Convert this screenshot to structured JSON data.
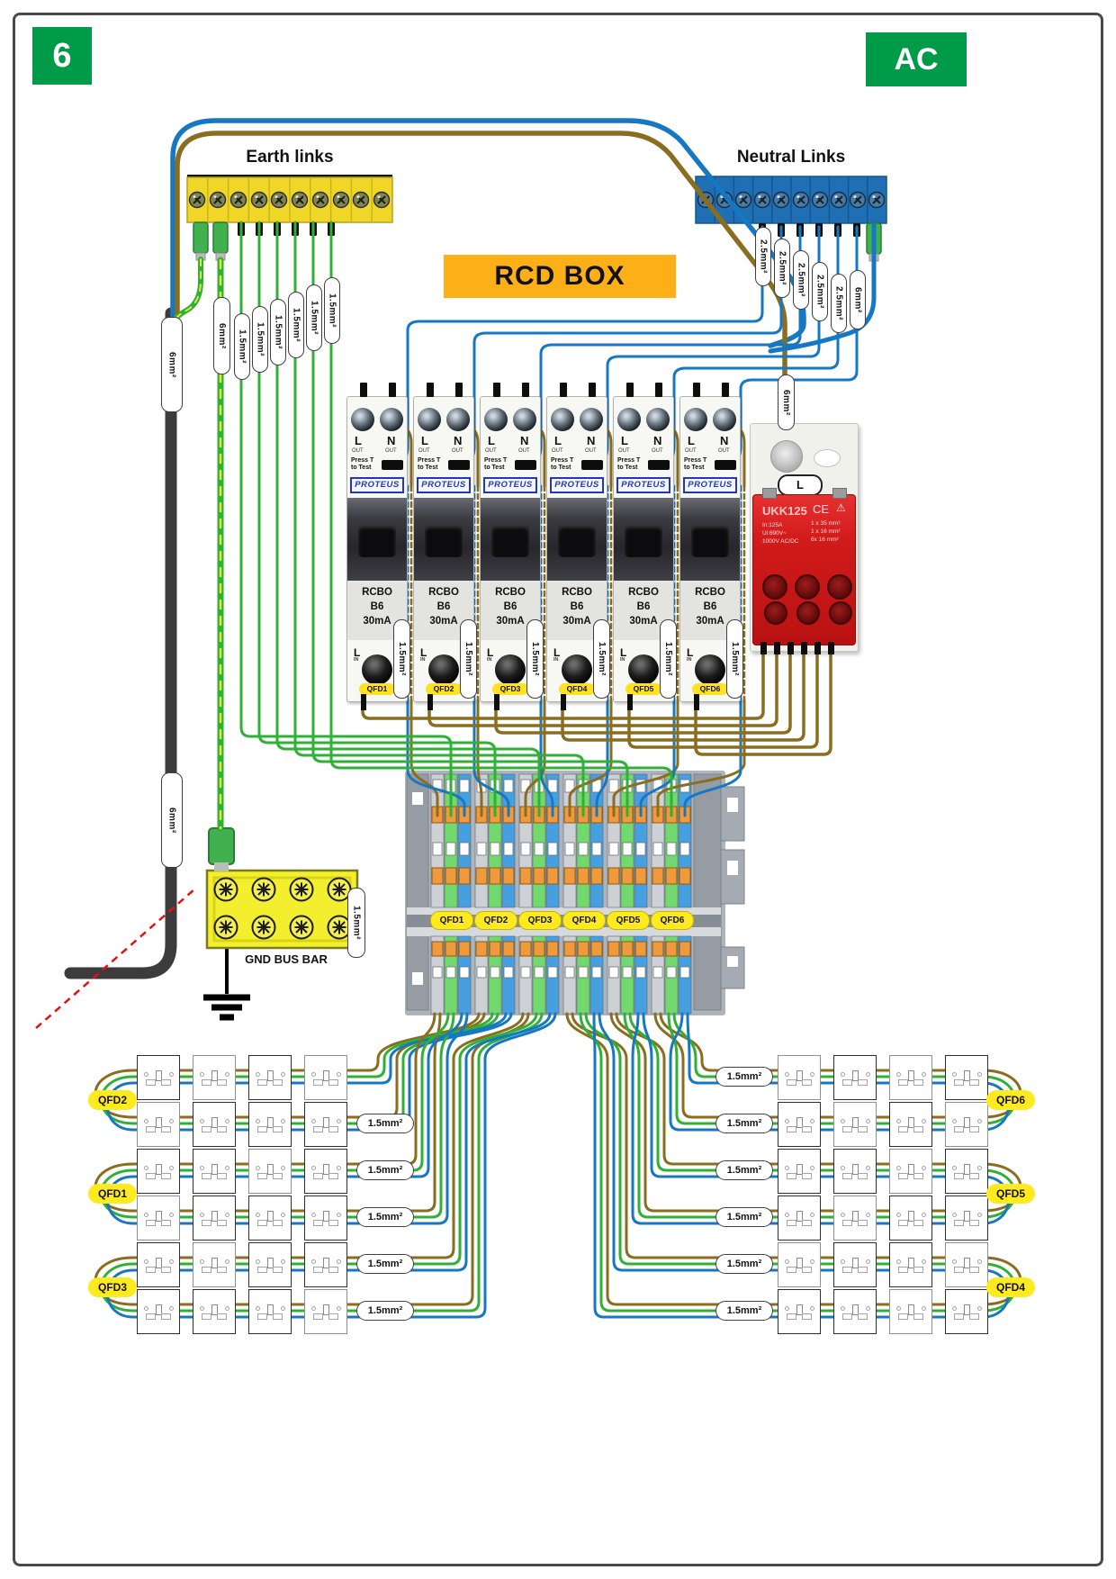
{
  "page": {
    "number": "6",
    "system_badge": "AC"
  },
  "labels": {
    "l15": "1.5mm²",
    "l25": "2.5mm²",
    "l6": "6mm²"
  },
  "earth_links": {
    "title": "Earth links"
  },
  "neutral_links": {
    "title": "Neutral Links"
  },
  "rcd_box": {
    "title": "RCD BOX"
  },
  "rcbo": {
    "l": "L",
    "n": "N",
    "out": "OUT",
    "in": "IN",
    "press_l1": "Press T",
    "press_l2": "to Test",
    "brand": "PROTEUS",
    "type": "RCBO",
    "rating": "B6",
    "trip": "30mA",
    "units": [
      {
        "id": "QFD1"
      },
      {
        "id": "QFD2"
      },
      {
        "id": "QFD3"
      },
      {
        "id": "QFD4"
      },
      {
        "id": "QFD5"
      },
      {
        "id": "QFD6"
      }
    ]
  },
  "distribution_block": {
    "phase_label": "L",
    "model": "UKK125",
    "ce": "CE",
    "warning": "⚠",
    "current": "In:125A",
    "voltage": "Ui:690V~",
    "insulation": "1000V AC/DC",
    "spec1": "1 x 35 mm²",
    "spec2": "1 x 16 mm²",
    "spec3": "6x 16 mm²"
  },
  "gnd_bus_bar": {
    "label": "GND BUS BAR"
  },
  "terminal_blocks": {
    "labels": [
      "QFD1",
      "QFD2",
      "QFD3",
      "QFD4",
      "QFD5",
      "QFD6"
    ]
  },
  "circuits": {
    "left": [
      {
        "label": "QFD2"
      },
      {
        "label": "QFD1"
      },
      {
        "label": "QFD3"
      }
    ],
    "right": [
      {
        "label": "QFD6"
      },
      {
        "label": "QFD5"
      },
      {
        "label": "QFD4"
      }
    ]
  },
  "colors": {
    "accent_green": "#009b48",
    "banner_orange": "#fcaf17",
    "wire_blue": "#1677c2",
    "wire_brown": "#8a6d1e",
    "wire_green": "#2fb135",
    "block_red": "#d21a1a",
    "qfd_yellow": "#ffe91f"
  }
}
